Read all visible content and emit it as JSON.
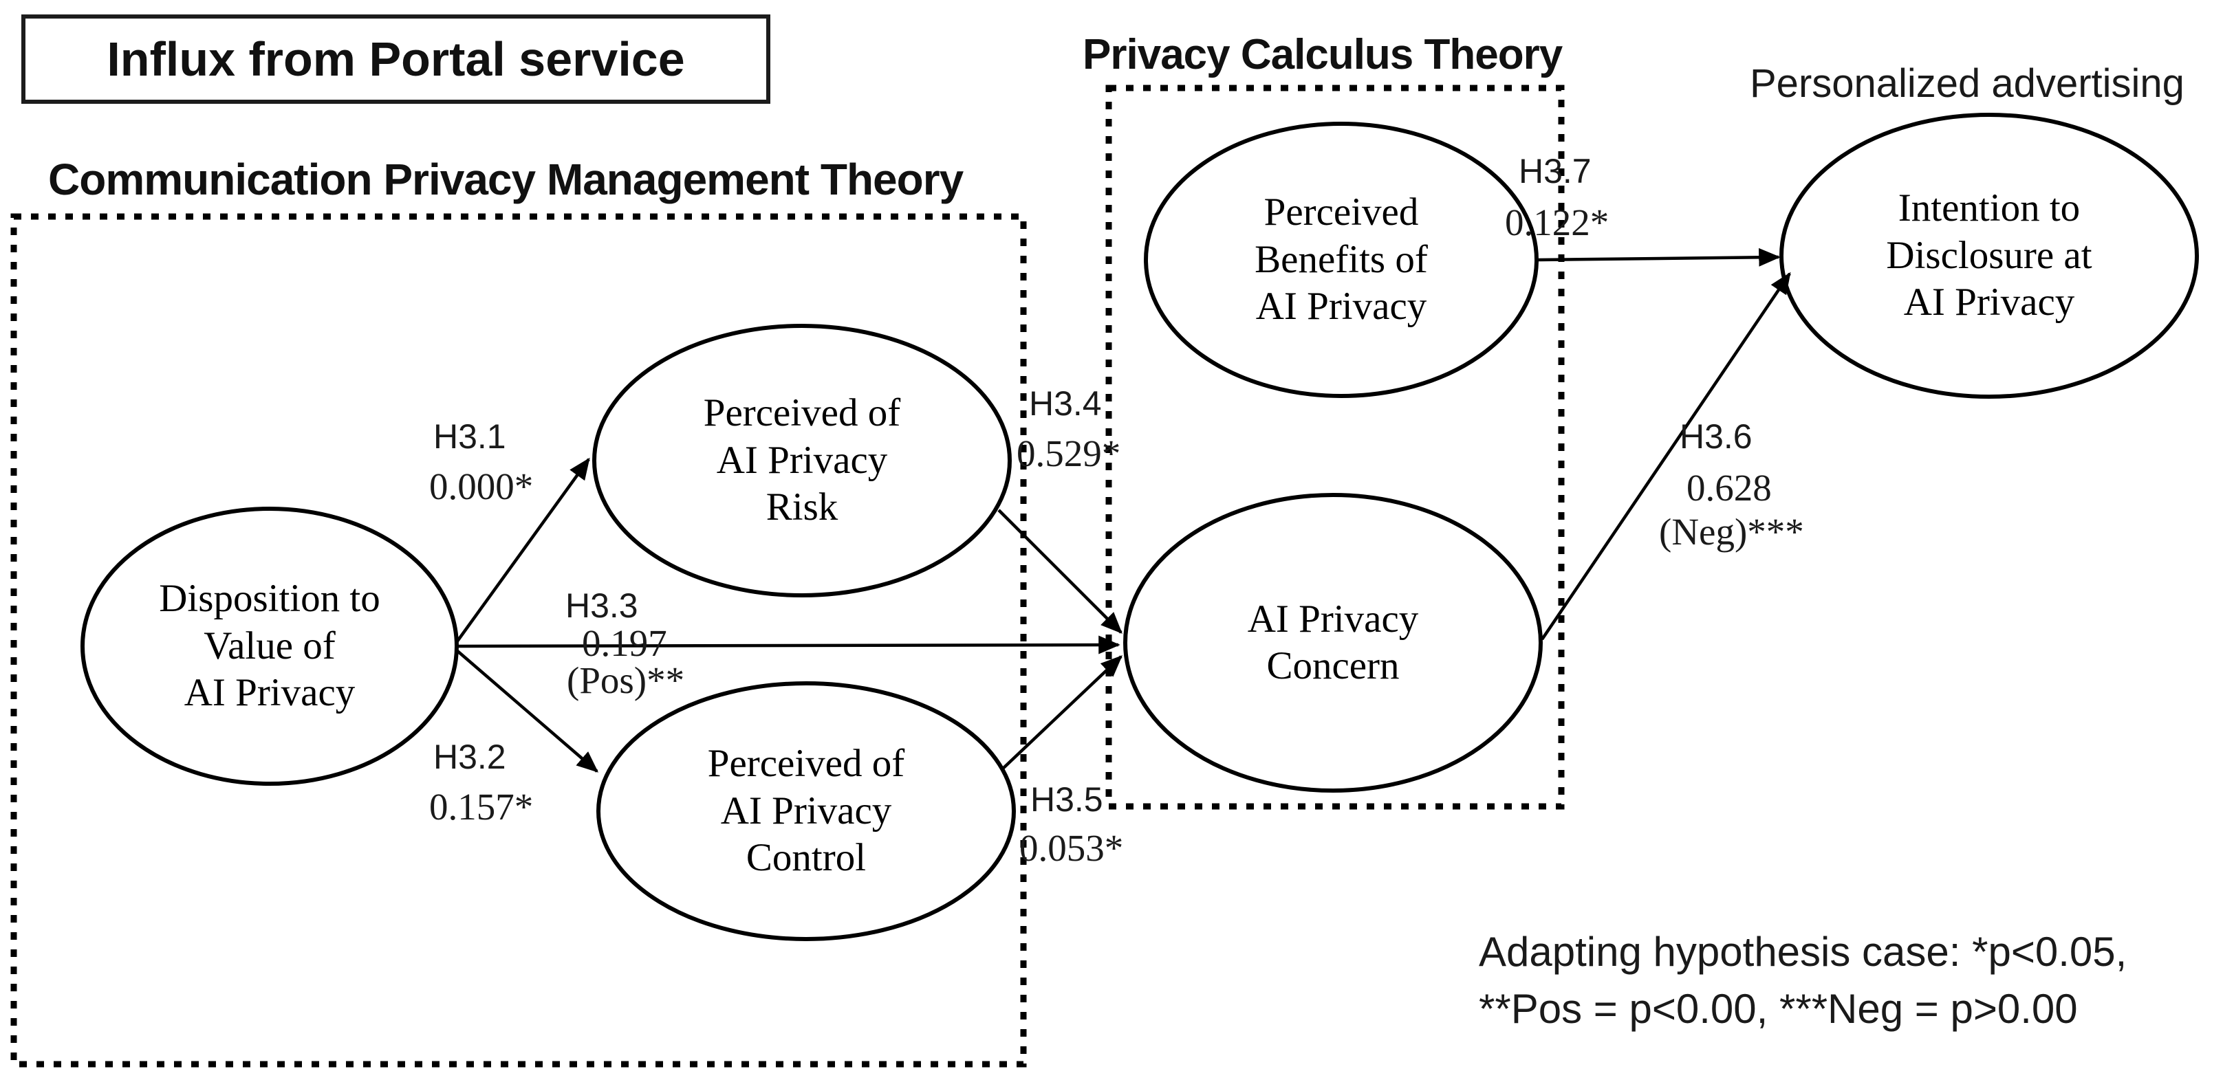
{
  "diagram": {
    "influx_box_label": "Influx from Portal service",
    "cpm_heading": "Communication Privacy Management Theory",
    "pct_heading": "Privacy Calculus Theory",
    "pa_heading": "Personalized advertising",
    "nodes": {
      "disposition": "Disposition to\nValue of\nAI Privacy",
      "risk": "Perceived of\nAI Privacy\nRisk",
      "control": "Perceived of\nAI Privacy\nControl",
      "benefits": "Perceived\nBenefits of\nAI Privacy",
      "concern": "AI Privacy\nConcern",
      "intention": "Intention to\nDisclosure at\nAI Privacy"
    },
    "edges": {
      "h31": {
        "code": "H3.1",
        "value": "0.000*"
      },
      "h32": {
        "code": "H3.2",
        "value": "0.157*"
      },
      "h33": {
        "code": "H3.3",
        "value": "0.197",
        "sign": "(Pos)**"
      },
      "h34": {
        "code": "H3.4",
        "value": "0.529*"
      },
      "h35": {
        "code": "H3.5",
        "value": "0.053*"
      },
      "h36": {
        "code": "H3.6",
        "value": "0.628",
        "sign": "(Neg)***"
      },
      "h37": {
        "code": "H3.7",
        "value": "0.122*"
      }
    },
    "note": "Adapting hypothesis case: *p<0.05,\n**Pos = p<0.00, ***Neg = p>0.00",
    "colors": {
      "ink": "#000000",
      "background": "#ffffff"
    }
  }
}
